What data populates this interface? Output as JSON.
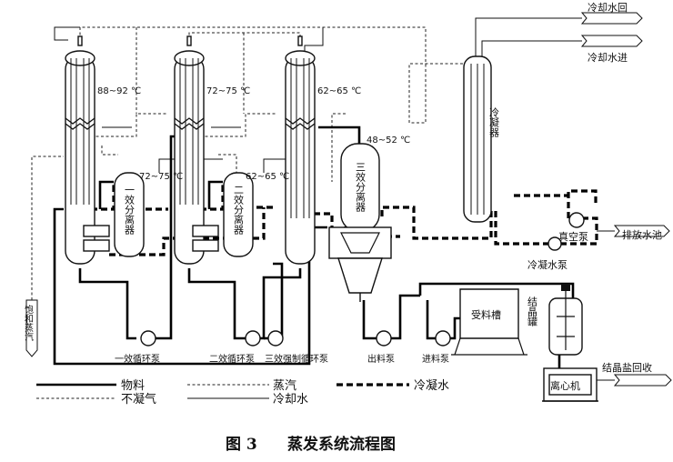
{
  "evaporators": [
    {
      "temp": "88~92 ℃"
    },
    {
      "temp": "72~75 ℃"
    },
    {
      "temp": "62~65 ℃"
    }
  ],
  "separators": [
    {
      "label": "一效分离器",
      "temp": "72~75 ℃"
    },
    {
      "label": "二效分离器",
      "temp": "62~65 ℃"
    },
    {
      "label": "三效分离器",
      "temp": "48~52 ℃"
    }
  ],
  "condenser": {
    "label": "冷凝器",
    "water_out": "冷却水回",
    "water_in": "冷却水进"
  },
  "vacuum_pump": "真空泵",
  "drain_pool": "排放水池",
  "condensate_pump": "冷凝水泵",
  "saturated_steam": "饱和蒸汽",
  "receiving_tank": "受料槽",
  "crystallizer": "结晶罐",
  "centrifuge": "离心机",
  "salt_recovery": "结晶盐回收",
  "pumps": [
    "一效循环泵",
    "二效循环泵",
    "三效强制循环泵",
    "出料泵",
    "进料泵"
  ],
  "legend": {
    "material": "物料",
    "steam": "蒸汽",
    "condensate": "冷凝水",
    "noncondensable": "不凝气",
    "cooling_water": "冷却水"
  },
  "caption": {
    "number": "图 3",
    "title": "蒸发系统流程图"
  }
}
